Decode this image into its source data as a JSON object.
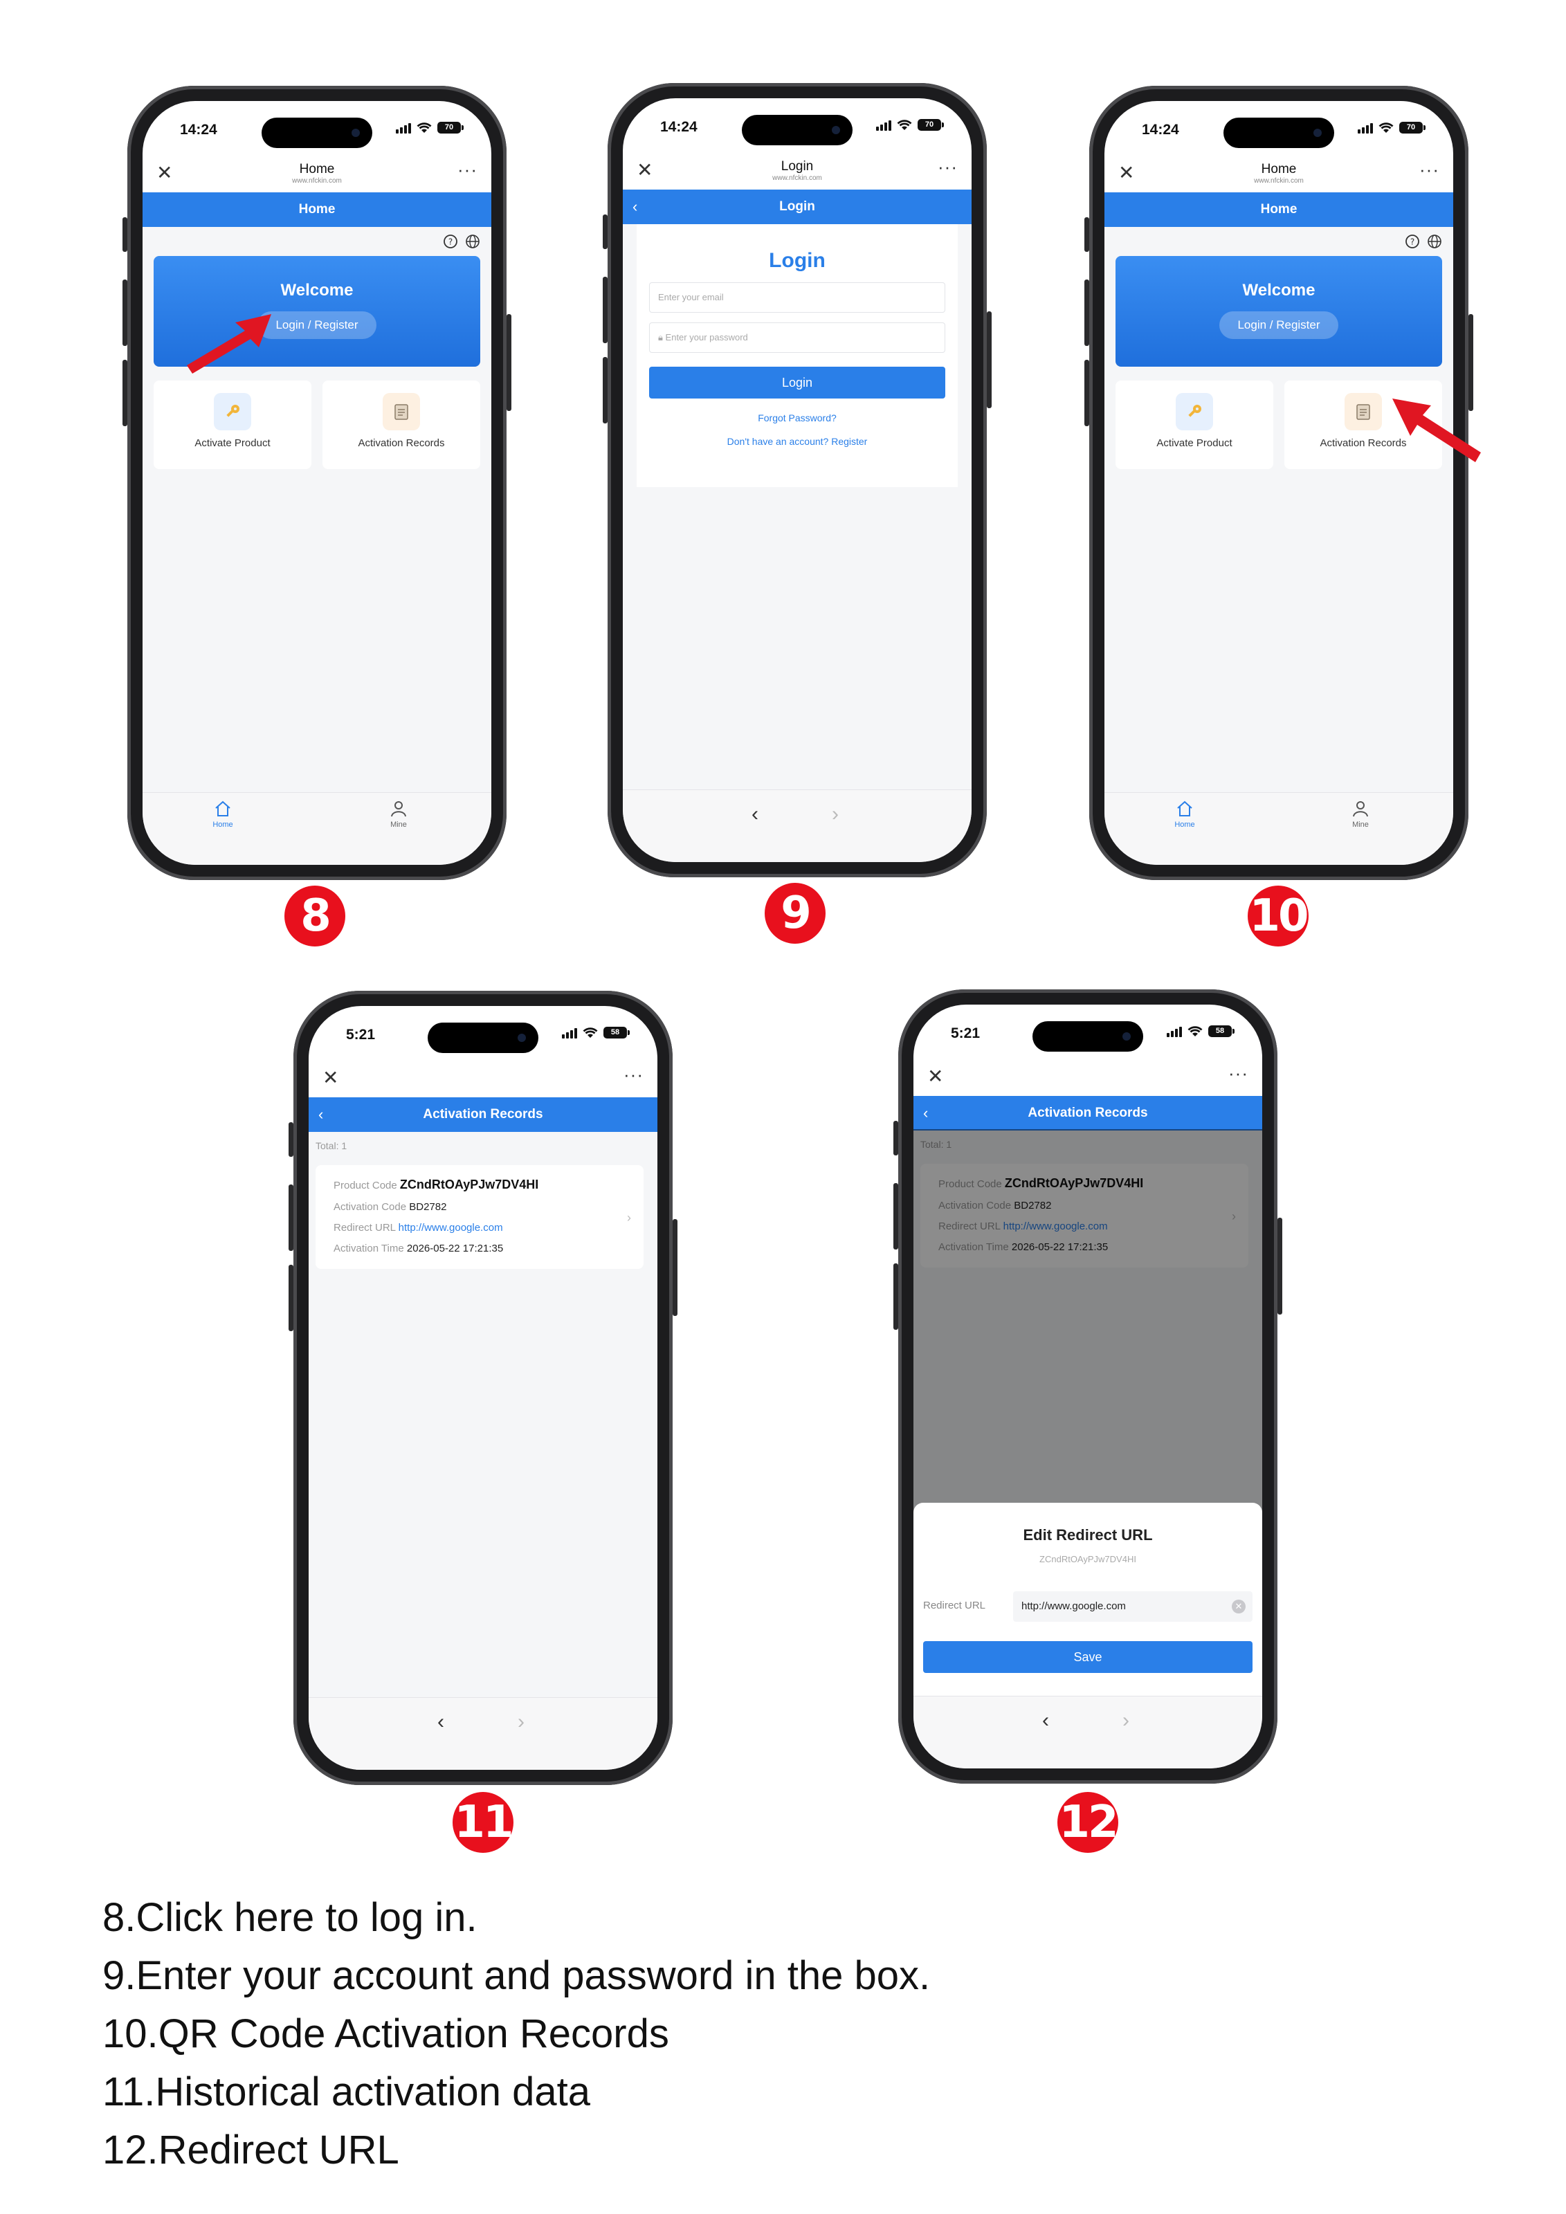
{
  "phones": {
    "p8": {
      "time": "14:24",
      "battery": "70",
      "topbar": {
        "title": "Home",
        "url": "www.nfckin.com"
      },
      "bluebar": "Home",
      "welcome": "Welcome",
      "login_register": "Login / Register",
      "tiles": [
        "Activate Product",
        "Activation Records"
      ],
      "nav": [
        "Home",
        "Mine"
      ]
    },
    "p9": {
      "time": "14:24",
      "battery": "70",
      "topbar": {
        "title": "Login",
        "url": "www.nfckin.com"
      },
      "bluebar": "Login",
      "heading": "Login",
      "email_placeholder": "Enter your email",
      "password_placeholder": "Enter your password",
      "button": "Login",
      "forgot": "Forgot Password?",
      "register": "Don't have an account? Register"
    },
    "p10": {
      "time": "14:24",
      "battery": "70",
      "topbar": {
        "title": "Home",
        "url": "www.nfckin.com"
      },
      "bluebar": "Home",
      "welcome": "Welcome",
      "login_register": "Login / Register",
      "tiles": [
        "Activate Product",
        "Activation Records"
      ],
      "nav": [
        "Home",
        "Mine"
      ]
    },
    "p11": {
      "time": "5:21",
      "battery": "58",
      "bluebar": "Activation Records",
      "total": "Total: 1",
      "record": {
        "product_code_label": "Product Code",
        "product_code": "ZCndRtOAyPJw7DV4HI",
        "activation_code_label": "Activation Code",
        "activation_code": "BD2782",
        "redirect_label": "Redirect URL",
        "redirect": "http://www.google.com",
        "time_label": "Activation Time",
        "time": "2026-05-22 17:21:35"
      }
    },
    "p12": {
      "time": "5:21",
      "battery": "58",
      "bluebar": "Activation Records",
      "total": "Total: 1",
      "record": {
        "product_code_label": "Product Code",
        "product_code": "ZCndRtOAyPJw7DV4HI",
        "activation_code_label": "Activation Code",
        "activation_code": "BD2782",
        "redirect_label": "Redirect URL",
        "redirect": "http://www.google.com",
        "time_label": "Activation Time",
        "time": "2026-05-22 17:21:35"
      },
      "sheet": {
        "title": "Edit Redirect URL",
        "sub": "ZCndRtOAyPJw7DV4HI",
        "field_label": "Redirect URL",
        "field_value": "http://www.google.com",
        "button": "Save"
      }
    }
  },
  "badges": [
    "8",
    "9",
    "10",
    "11",
    "12"
  ],
  "instructions": [
    "8.Click here to log in.",
    "9.Enter your account and password in the box.",
    "10.QR Code Activation Records",
    "11.Historical activation data",
    "12.Redirect URL"
  ],
  "colors": {
    "accent": "#2a7fe8",
    "badge": "#e8101d",
    "arrow": "#e01622"
  }
}
